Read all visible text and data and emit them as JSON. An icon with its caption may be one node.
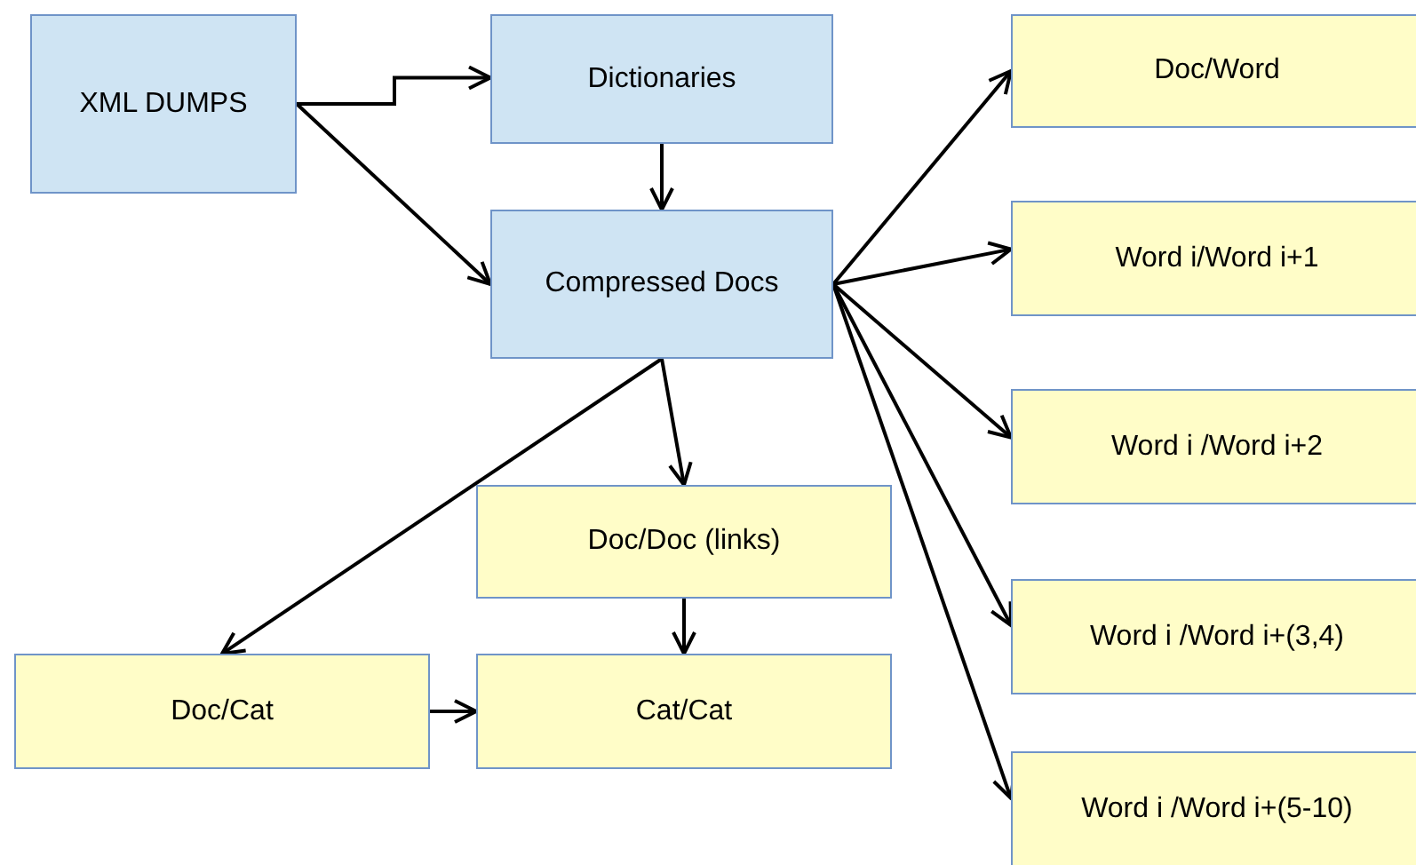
{
  "diagram": {
    "nodes": [
      {
        "text": [
          "XML DUMPS"
        ]
      },
      {
        "text": [
          "Dictionaries"
        ]
      },
      {
        "text": [
          "Compressed Docs"
        ]
      },
      {
        "text": [
          "Doc/Word"
        ]
      },
      {
        "text": [
          "Word i/Word i+1"
        ]
      },
      {
        "text": [
          "Word i /Word i+2"
        ]
      },
      {
        "text": [
          "Word i /Word i+(3,4)"
        ]
      },
      {
        "text": [
          "Word i /Word i+(5-10)"
        ]
      },
      {
        "text": [
          "Doc/Doc (links)"
        ]
      },
      {
        "text": [
          "Doc/Cat"
        ]
      },
      {
        "text": [
          "Cat/Cat"
        ]
      }
    ],
    "edges": [
      {
        "from": 0,
        "to": 1,
        "arrow": "to"
      },
      {
        "from": 0,
        "to": 2,
        "arrow": "to"
      },
      {
        "from": 1,
        "to": 2,
        "arrow": "to"
      },
      {
        "from": 2,
        "to": 3,
        "arrow": "to"
      },
      {
        "from": 2,
        "to": 4,
        "arrow": "to"
      },
      {
        "from": 2,
        "to": 5,
        "arrow": "to"
      },
      {
        "from": 2,
        "to": 6,
        "arrow": "to"
      },
      {
        "from": 2,
        "to": 7,
        "arrow": "to"
      },
      {
        "from": 2,
        "to": 8,
        "arrow": "to"
      },
      {
        "from": 2,
        "to": 9,
        "arrow": "to"
      },
      {
        "from": 8,
        "to": 10,
        "arrow": "to"
      },
      {
        "from": 9,
        "to": 10,
        "arrow": "to"
      }
    ]
  }
}
